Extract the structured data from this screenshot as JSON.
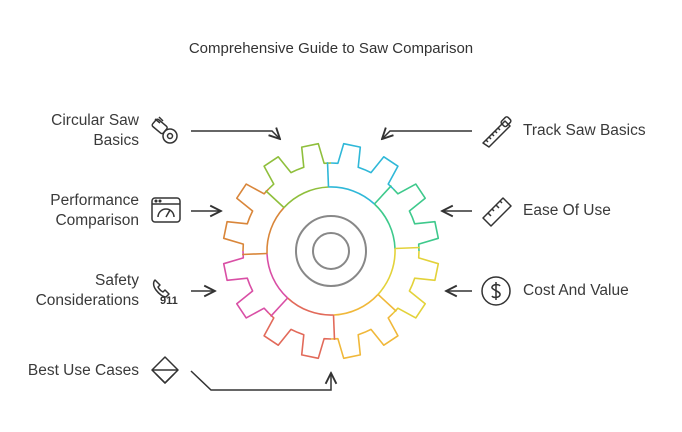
{
  "title": "Comprehensive Guide to Saw Comparison",
  "left_items": [
    {
      "label": [
        "Circular Saw",
        "Basics"
      ],
      "icon": "circular-saw-icon"
    },
    {
      "label": [
        "Performance",
        "Comparison"
      ],
      "icon": "dashboard-gauge-icon"
    },
    {
      "label": [
        "Safety",
        "Considerations"
      ],
      "icon": "emergency-911-phone-icon"
    },
    {
      "label": [
        "Best Use Cases"
      ],
      "icon": "paint-bucket-icon"
    }
  ],
  "right_items": [
    {
      "label": [
        "Track Saw Basics"
      ],
      "icon": "hand-saw-icon"
    },
    {
      "label": [
        "Ease Of Use"
      ],
      "icon": "ruler-icon"
    },
    {
      "label": [
        "Cost And Value"
      ],
      "icon": "dollar-coin-icon"
    }
  ],
  "gear_colors": [
    "#2fb8d8",
    "#3ec98c",
    "#e3d23a",
    "#f0b83a",
    "#e26a5a",
    "#d94fa5",
    "#d9863a",
    "#8fbf3c"
  ],
  "icon_911_text": "911"
}
